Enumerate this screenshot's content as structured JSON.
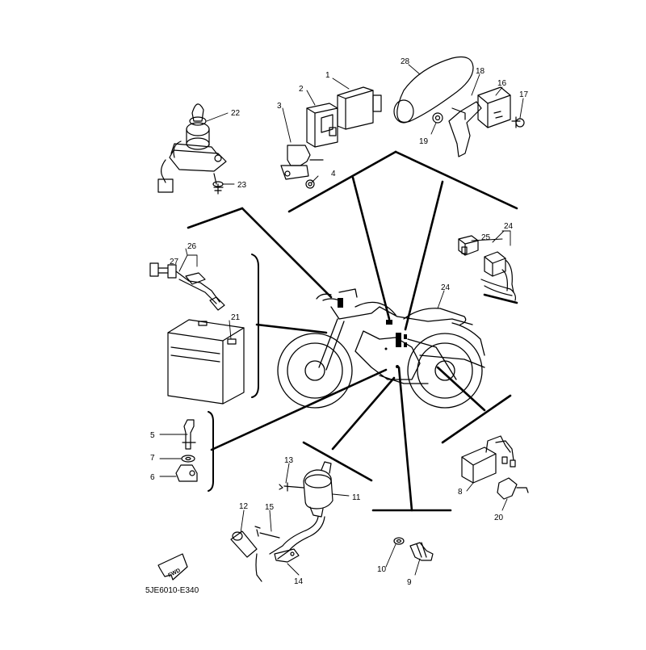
{
  "diagram": {
    "code": "5JE6010-E340",
    "fwd_label": "FWD",
    "callouts": [
      "1",
      "2",
      "3",
      "4",
      "5",
      "6",
      "7",
      "8",
      "9",
      "10",
      "11",
      "12",
      "13",
      "14",
      "15",
      "16",
      "17",
      "18",
      "19",
      "20",
      "21",
      "22",
      "23",
      "24",
      "24",
      "25",
      "26",
      "27",
      "28"
    ]
  }
}
